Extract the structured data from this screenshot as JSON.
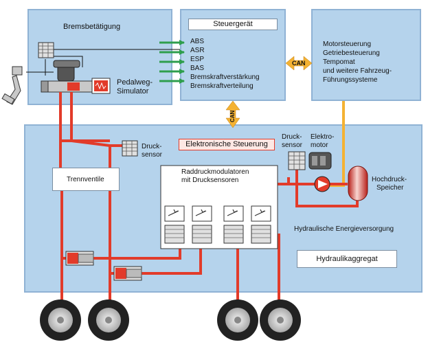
{
  "brake_actuation": {
    "title": "Bremsbetätigung",
    "simulator_label_1": "Pedalweg-",
    "simulator_label_2": "Simulator"
  },
  "control_unit": {
    "title": "Steuergerät",
    "functions": [
      "ABS",
      "ASR",
      "ESP",
      "BAS",
      "Bremskraftverstärkung",
      "Bremskraftverteilung"
    ]
  },
  "vehicle_systems": {
    "lines": [
      "Motorsteuerung",
      "Getriebesteuerung",
      "Tempomat",
      "und weitere Fahrzeug-",
      "Führungssysteme"
    ]
  },
  "bus": {
    "label": "CAN"
  },
  "hydraulic_unit": {
    "electronic_control": "Elektronische Steuerung",
    "pressure_sensor_1": "Druck-",
    "pressure_sensor_2": "sensor",
    "isolation_valves": "Trennventile",
    "modulators_1": "Raddruckmodulatoren",
    "modulators_2": "mit Drucksensoren",
    "motor_sensor_1": "Druck-",
    "motor_sensor_2": "sensor",
    "motor_1": "Elektro-",
    "motor_2": "motor",
    "accumulator_1": "Hochdruck-",
    "accumulator_2": "Speicher",
    "energy_supply": "Hydraulische Energieversorgung",
    "aggregate": "Hydraulikaggregat"
  },
  "colors": {
    "panel": "#b5d3ec",
    "hydraulic_line": "#e23b2a",
    "can_bus": "#f4b233",
    "signal_arrow": "#2e9e4c"
  }
}
